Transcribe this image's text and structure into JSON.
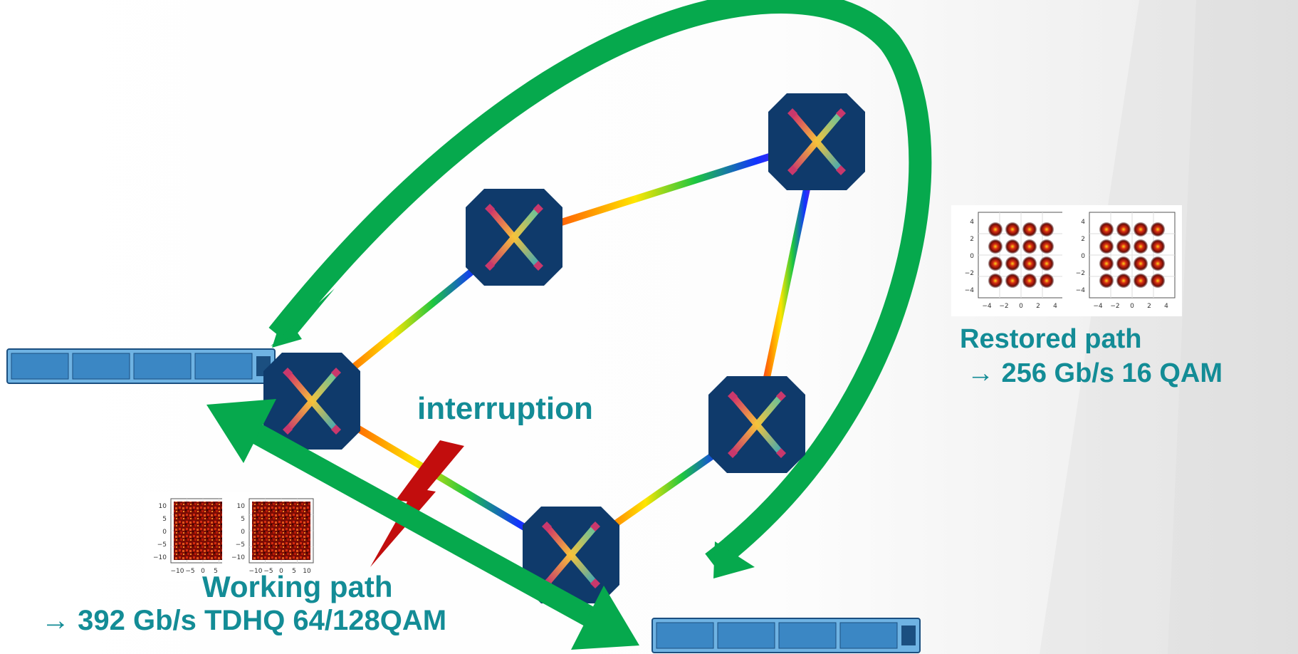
{
  "labels": {
    "interruption": "interruption",
    "restored_title": "Restored path",
    "restored_detail": "→  256 Gb/s 16 QAM",
    "working_title": "Working path",
    "working_detail": "→ 392 Gb/s TDHQ 64/128QAM"
  },
  "colors": {
    "label_teal": "#138c96",
    "node_navy": "#0f3a6b",
    "arrow_green": "#06a94d",
    "lightning_red": "#c20d0d",
    "transponder_blue": "#3b87c4"
  },
  "constellations": {
    "restored": {
      "format": "16QAM",
      "yticks": [
        "4",
        "2",
        "0",
        "−2",
        "−4"
      ],
      "xticks": [
        "−4",
        "−2",
        "0",
        "2",
        "4"
      ]
    },
    "working": {
      "format": "64/128QAM",
      "yticks": [
        "10",
        "5",
        "0",
        "−5",
        "−10"
      ],
      "xticks": [
        "−10",
        "−5",
        "0",
        "5",
        "10"
      ]
    }
  }
}
